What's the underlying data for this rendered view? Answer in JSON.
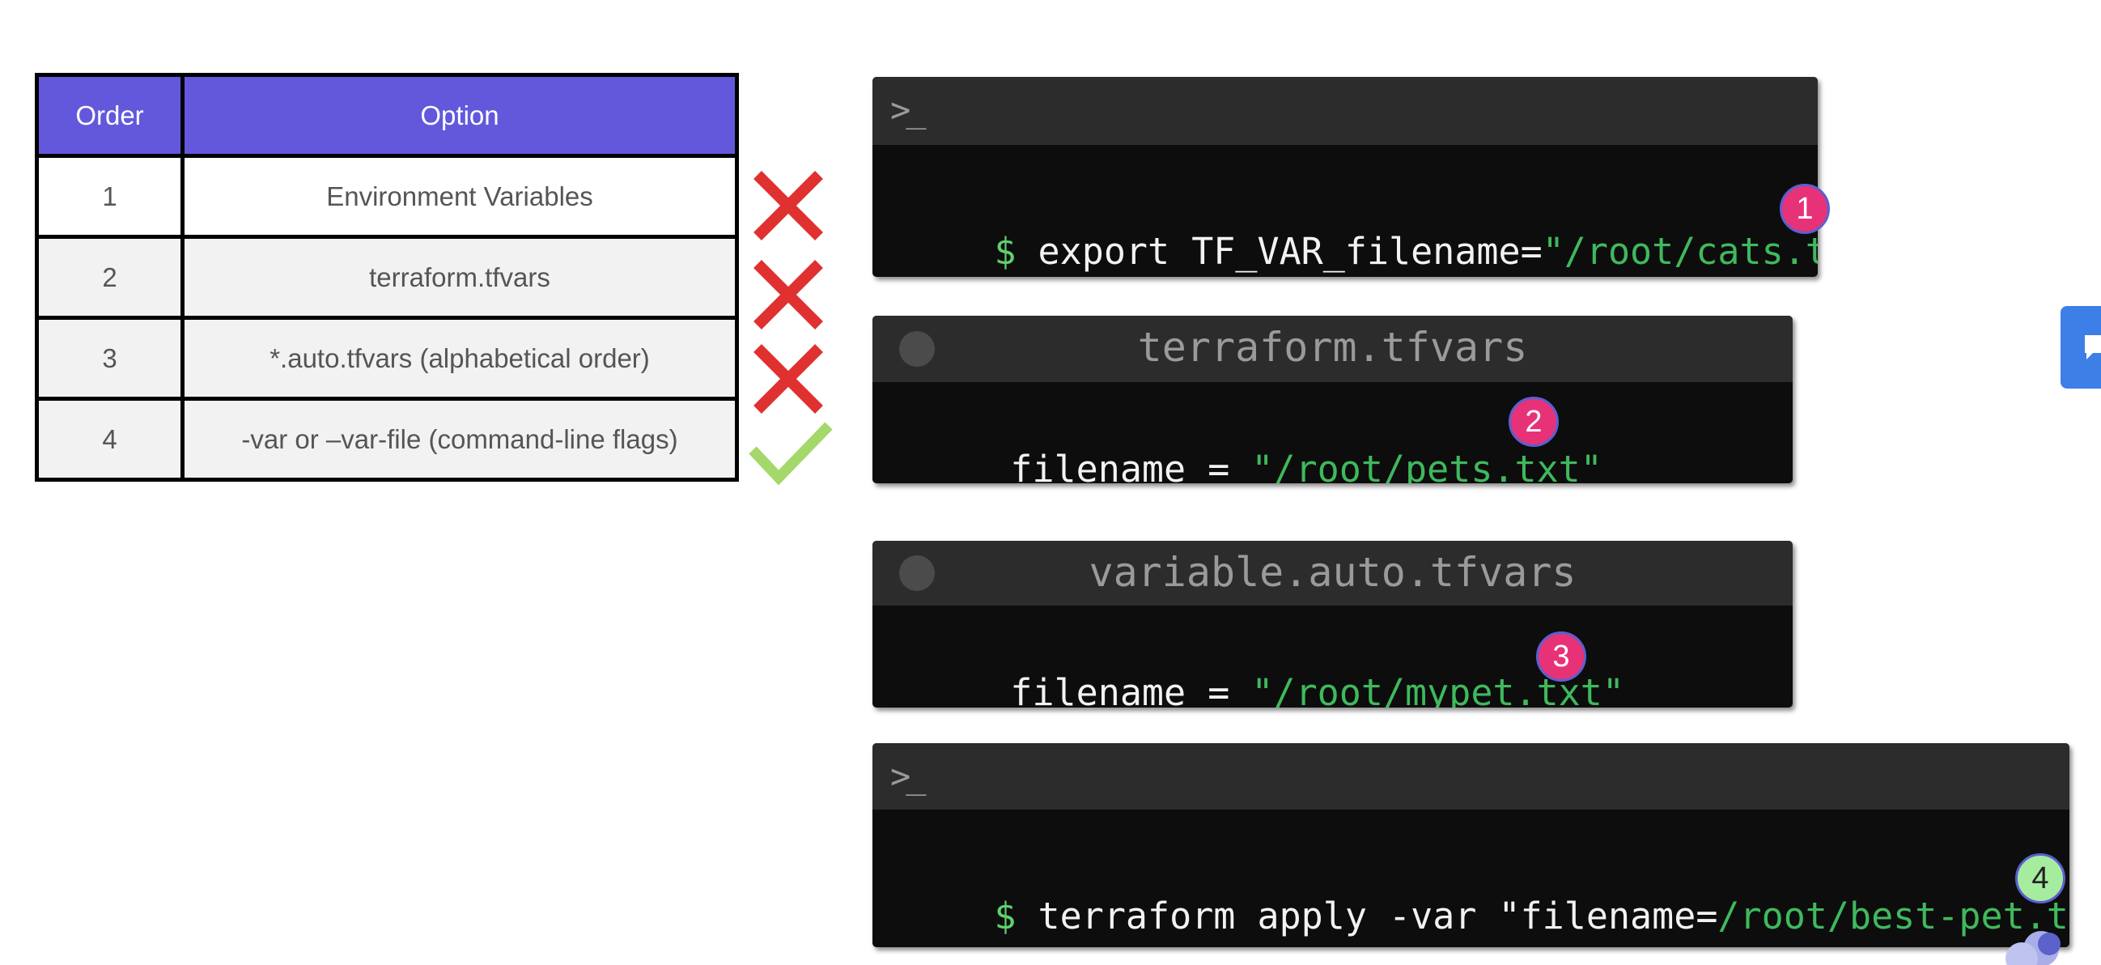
{
  "table": {
    "headers": {
      "order": "Order",
      "option": "Option"
    },
    "rows": [
      {
        "order": "1",
        "option": "Environment Variables",
        "status": "cross"
      },
      {
        "order": "2",
        "option": "terraform.tfvars",
        "status": "cross"
      },
      {
        "order": "3",
        "option": "*.auto.tfvars (alphabetical order)",
        "status": "cross"
      },
      {
        "order": "4",
        "option": "-var or –var-file (command-line flags)",
        "status": "check"
      }
    ]
  },
  "colors": {
    "header_bg": "#6358dc",
    "cross": "#e03131",
    "check": "#a4d86a",
    "code_string": "#3fb95d",
    "badge_pink": "#e83278",
    "badge_green": "#a6ec9f"
  },
  "icons": {
    "terminal": "terminal-prompt-icon",
    "file": "window-dot-icon",
    "cross": "cross-icon",
    "check": "check-icon",
    "feedback": "chat-bubble-icon"
  },
  "windows": {
    "env": {
      "dollar": "$",
      "cmd": " export TF_VAR_filename=",
      "str": "\"/root/cats.txt\"",
      "badge": "1"
    },
    "tfvars": {
      "title": "terraform.tfvars",
      "key": "filename = ",
      "str": "\"/root/pets.txt\"",
      "badge": "2"
    },
    "auto": {
      "title": "variable.auto.tfvars",
      "key": "filename = ",
      "str": "\"/root/mypet.txt\"",
      "badge": "3"
    },
    "cli": {
      "dollar": "$",
      "cmd": " terraform apply -var \"filename=",
      "str": "/root/best-pet.txt",
      "tail": "\"",
      "badge": "4"
    }
  }
}
